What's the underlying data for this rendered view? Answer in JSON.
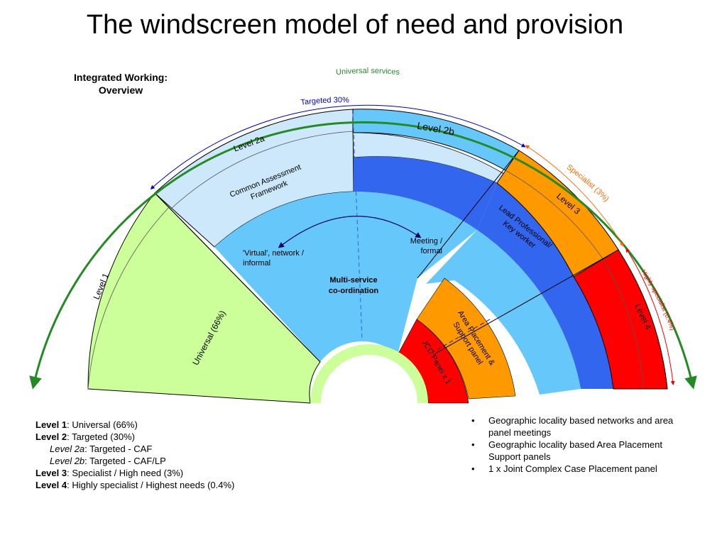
{
  "title": "The windscreen model of need and provision",
  "overview": {
    "line1": "Integrated Working:",
    "line2": "Overview"
  },
  "diagram": {
    "universal_services": "Universal services",
    "targeted_30": "Targeted 30%",
    "specialist_3": "Specialist (3%)",
    "highly_specialist": "Highly specialist (0.4%)",
    "level_1": "Level 1",
    "universal_66": "Universal (66%)",
    "level_2a": "Level 2a",
    "level_2b": "Level 2b",
    "level_3": "Level 3",
    "level_4": "Level 4",
    "caf_line1": "Common Assessment",
    "caf_line2": "Framework",
    "lead_line1": "Lead Professional/",
    "lead_line2": "Key worker",
    "apsp_line1": "Area Placement &",
    "apsp_line2": "Support panel",
    "jcc": "JCC Panel x 1",
    "virtual_line1": "'Virtual', network /",
    "virtual_line2": "informal",
    "meeting_line1": "Meeting /",
    "meeting_line2": "formal",
    "msc_line1": "Multi-service",
    "msc_line2": "co-ordination",
    "colors": {
      "level1": "#ccff99",
      "level2a": "#cce8fa",
      "level2b": "#66c8fa",
      "coordination": "#66c8fa",
      "lead_band": "#3366ee",
      "level3": "#ff9900",
      "level4": "#ff0000",
      "universal_arrow": "#228b22",
      "targeted_arrow": "#0000cc",
      "specialist_arrow": "#ff6600",
      "highly_arrow": "#ee0000"
    }
  },
  "legend": [
    {
      "bold": "Level 1",
      "rest": ": Universal (66%)",
      "italic": false
    },
    {
      "bold": "Level 2",
      "rest": ": Targeted (30%)",
      "italic": false
    },
    {
      "bold": "Level 2a",
      "rest": ": Targeted - CAF",
      "italic": true
    },
    {
      "bold": "Level 2b",
      "rest": ": Targeted - CAF/LP",
      "italic": true
    },
    {
      "bold": "Level 3",
      "rest": ": Specialist / High need (3%)",
      "italic": false
    },
    {
      "bold": "Level 4",
      "rest": ": Highly specialist / Highest needs (0.4%)",
      "italic": false
    }
  ],
  "bullets": [
    "Geographic locality based networks and area panel meetings",
    "Geographic locality based Area Placement Support panels",
    "1 x Joint Complex Case Placement panel"
  ]
}
